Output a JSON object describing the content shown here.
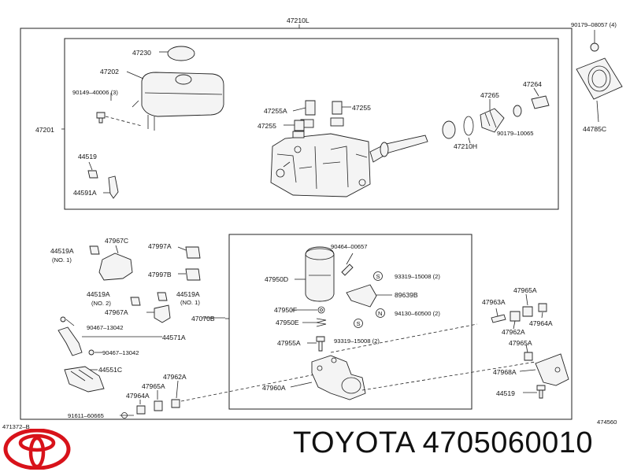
{
  "labels": {
    "l47210L": "47210L",
    "l90179_08057": "90179–08057 (4)",
    "l47230": "47230",
    "l47202": "47202",
    "l90149_40006": "90149–40006 (3)",
    "l47201": "47201",
    "l44519_top": "44519",
    "l44591A": "44591A",
    "l47255A": "47255A",
    "l47255_r": "47255",
    "l47255_l": "47255",
    "l47265": "47265",
    "l47264": "47264",
    "l90179_10065": "90179–10065",
    "l47210H": "47210H",
    "l44785C": "44785C",
    "l44519A_1": "44519A",
    "l_no1_a": "(NO. 1)",
    "l47967C": "47967C",
    "l47997A": "47997A",
    "l47997B": "47997B",
    "l44519A_2": "44519A",
    "l_no2": "(NO. 2)",
    "l44519A_3": "44519A",
    "l_no1_b": "(NO. 1)",
    "l47967A": "47967A",
    "l47070B": "47070B",
    "l90467_13042_a": "90467–13042",
    "l44571A": "44571A",
    "l90467_13042_b": "90467–13042",
    "l44551C": "44551C",
    "l47962A_l": "47962A",
    "l47965A_l": "47965A",
    "l47964A_l": "47964A",
    "l91611_60665": "91611–60665",
    "l90464_00657": "90464–00657",
    "l47950D": "47950D",
    "l93319_15008_a": "93319–15008 (2)",
    "l89639B": "89639B",
    "l47950F": "47950F",
    "l94130_60500": "94130–60500 (2)",
    "l47950E": "47950E",
    "l93319_15008_b": "93319–15008 (2)",
    "l47955A": "47955A",
    "l47960A": "47960A",
    "l47963A": "47963A",
    "l47965A_r1": "47965A",
    "l47962A_r": "47962A",
    "l47964A_r": "47964A",
    "l47965A_r2": "47965A",
    "l47968A": "47968A",
    "l44519_br": "44519",
    "l471372B": "471372–B",
    "l474560": "474560",
    "sym_s1": "S",
    "sym_n": "N",
    "sym_s2": "S"
  },
  "brand": {
    "text": "TOYOTA 4705060010"
  },
  "colors": {
    "logo_red": "#d8121a",
    "line": "#222222"
  },
  "icons": {
    "logo": "toyota-logo-icon"
  }
}
